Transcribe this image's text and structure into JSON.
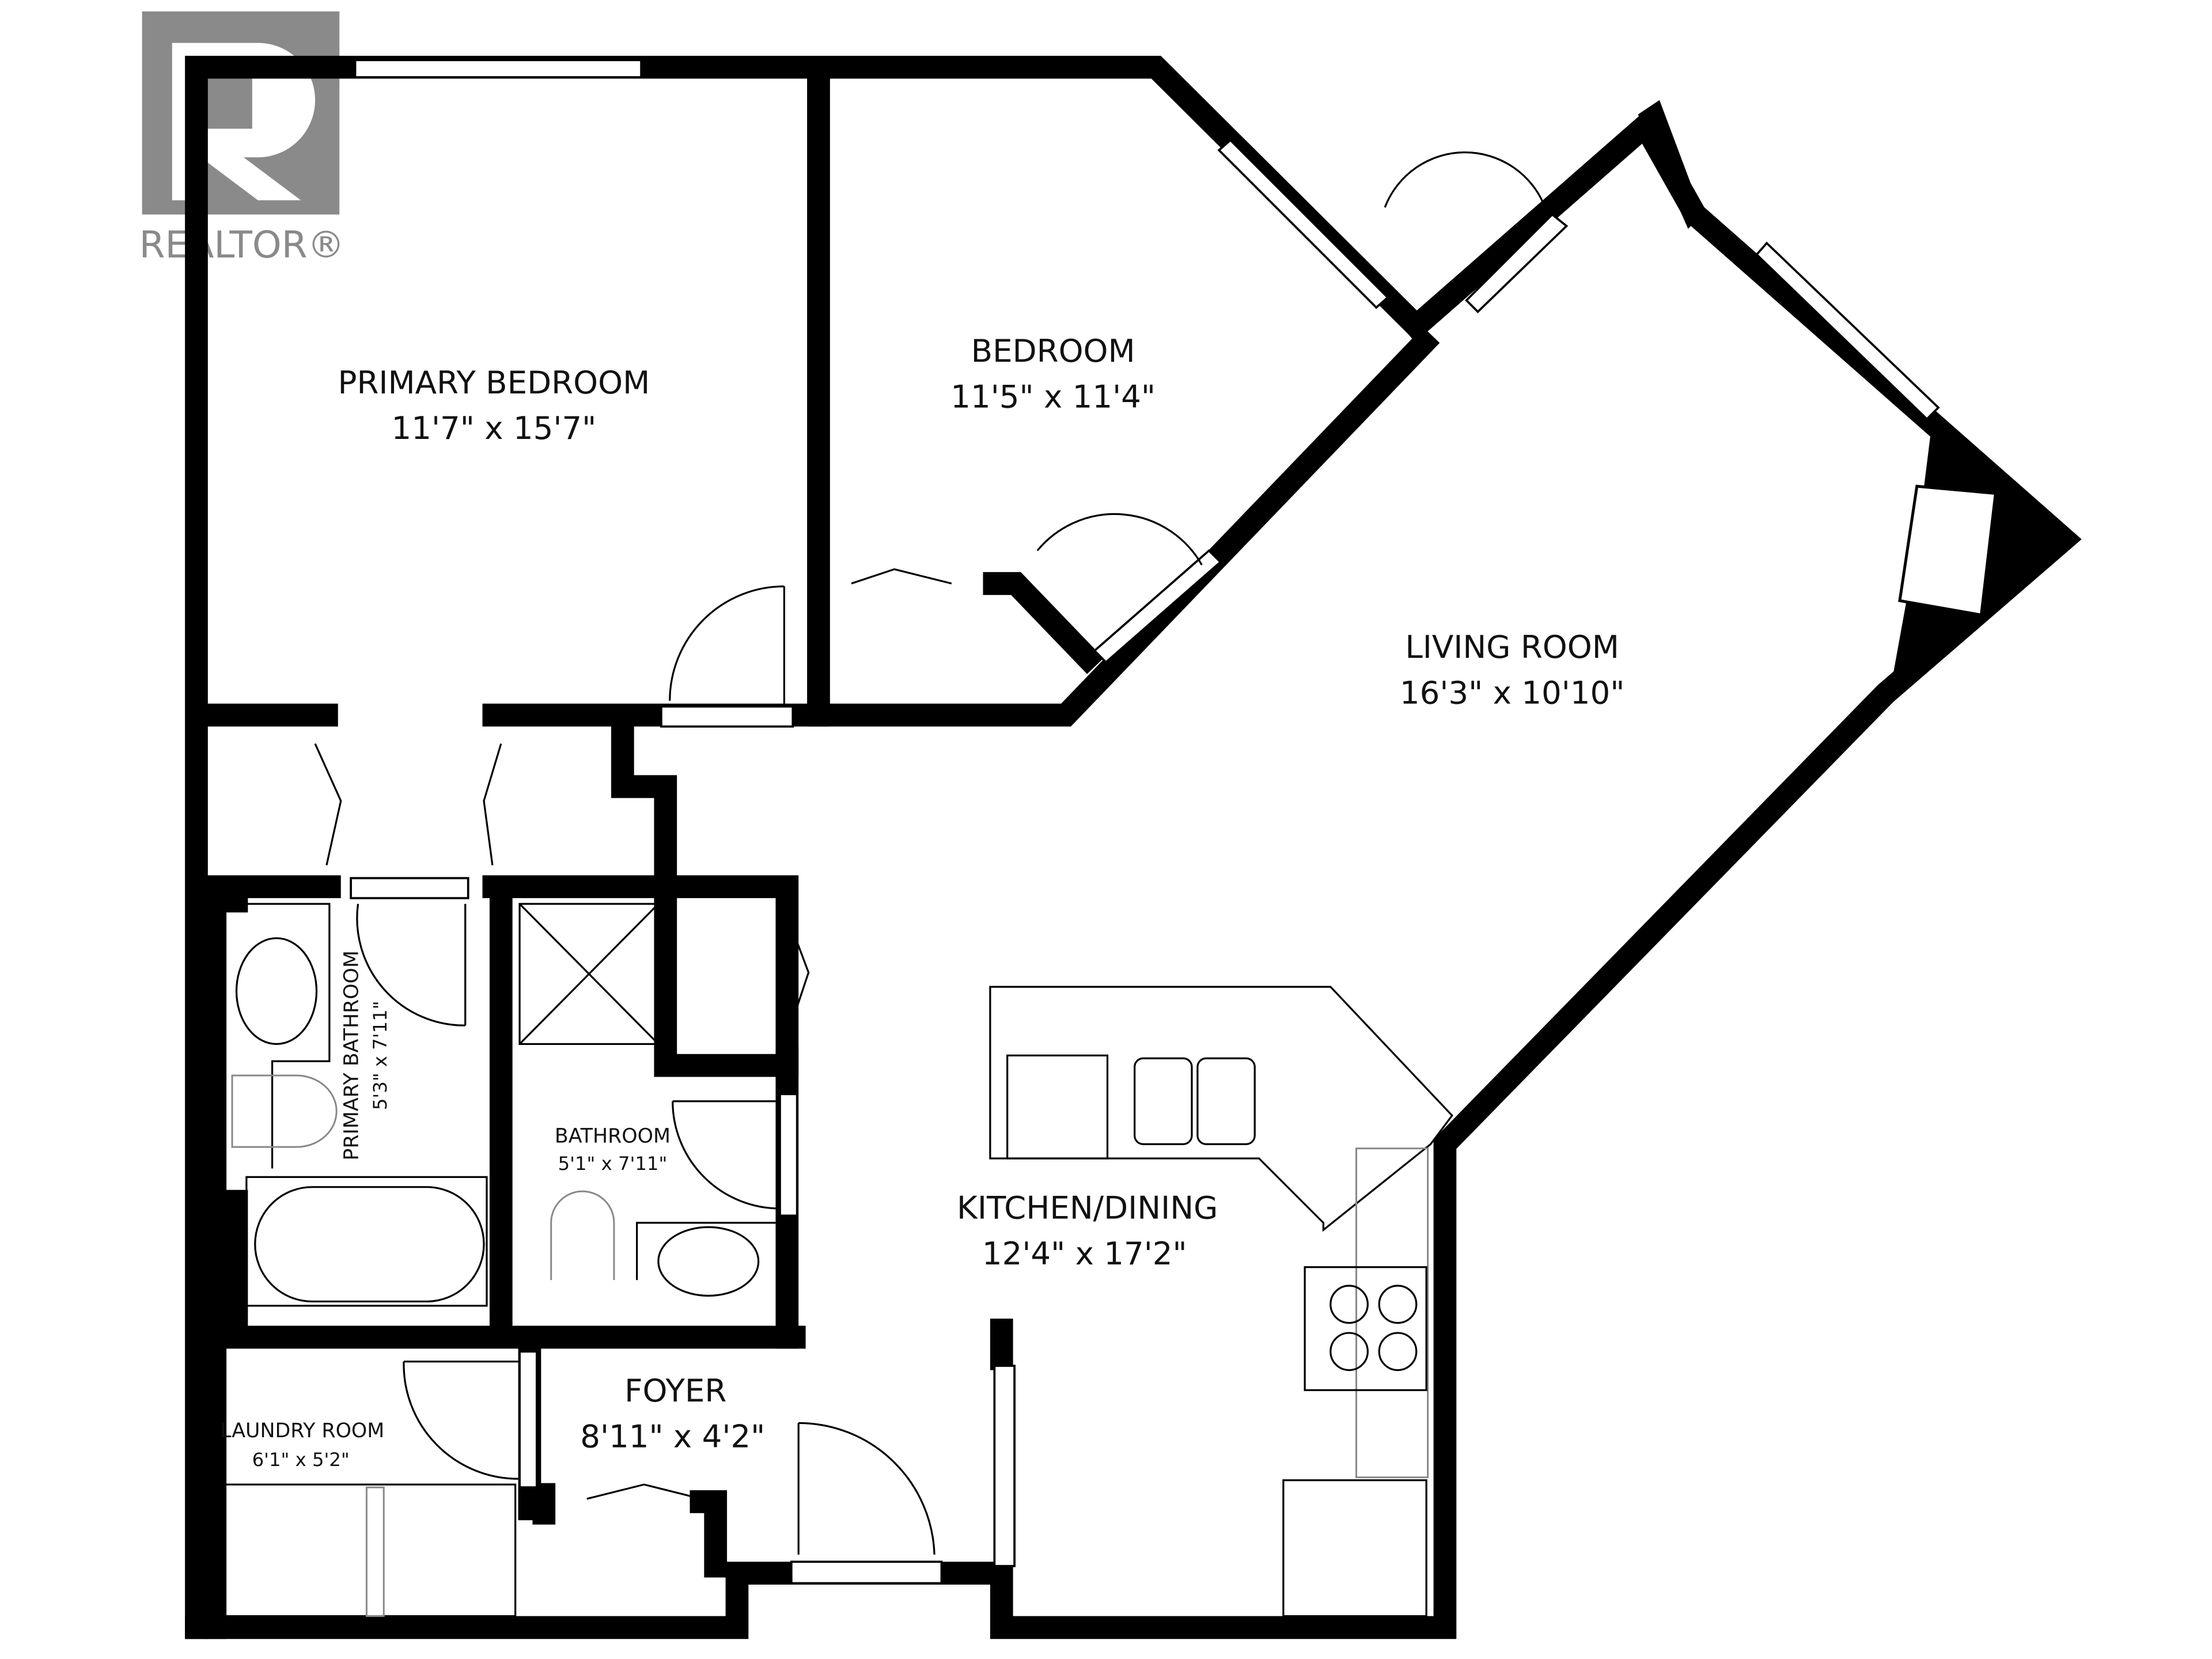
{
  "logo": {
    "text": "REALTOR®",
    "color": "#8a8a8a"
  },
  "rooms": {
    "primary_bedroom": {
      "name": "PRIMARY BEDROOM",
      "dims": "11'7\" x 15'7\""
    },
    "bedroom": {
      "name": "BEDROOM",
      "dims": "11'5\" x 11'4\""
    },
    "living_room": {
      "name": "LIVING ROOM",
      "dims": "16'3\" x 10'10\""
    },
    "kitchen_dining": {
      "name": "KITCHEN/DINING",
      "dims": "12'4\" x 17'2\""
    },
    "primary_bathroom": {
      "name": "PRIMARY BATHROOM",
      "dims": "5'3\" x 7'11\""
    },
    "bathroom": {
      "name": "BATHROOM",
      "dims": "5'1\" x 7'11\""
    },
    "foyer": {
      "name": "FOYER",
      "dims": "8'11\" x 4'2\""
    },
    "laundry_room": {
      "name": "LAUNDRY ROOM",
      "dims": "6'1\" x 5'2\""
    }
  },
  "colors": {
    "walls": "#000000",
    "background": "#ffffff"
  }
}
